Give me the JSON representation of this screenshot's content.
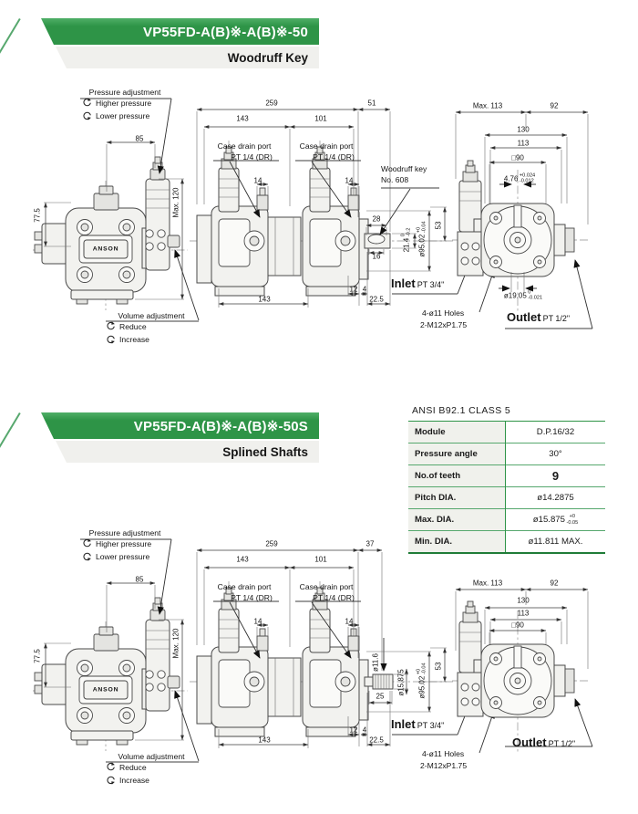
{
  "section1": {
    "title": "VP55FD-A(B)※-A(B)※-50",
    "subtitle": "Woodruff Key",
    "front": {
      "pressure_adjustment": "Pressure adjustment",
      "higher": "Higher pressure",
      "lower": "Lower pressure",
      "d85": "85",
      "d775": "77.5",
      "dmax120": "Max. 120",
      "brand": "ANSON",
      "volume_adjustment": "Volume adjustment",
      "reduce": "Reduce",
      "increase": "Increase"
    },
    "side": {
      "d259": "259",
      "d143": "143",
      "d101": "101",
      "d51": "51",
      "case_drain": "Case drain port",
      "case_drain_size": "PT 1/4 (DR)",
      "d14": "14",
      "woodruff1": "Woodruff key",
      "woodruff2": "No. 608",
      "d28": "28",
      "d16": "16",
      "d214": "21.4",
      "d214t": "0",
      "d214b": "-0.2",
      "d9502": "ø95.02",
      "d9502t": "+0",
      "d9502b": "-0.04",
      "d53": "53",
      "d12": "12",
      "d4": "4",
      "d143b": "143",
      "d225": "22.5",
      "inlet": "Inlet",
      "inlet_size": "PT 3/4\"",
      "holes": "4-ø11 Holes",
      "thread": "2-M12xP1.75"
    },
    "end": {
      "dmax113": "Max. 113",
      "d92": "92",
      "d130": "130",
      "d113": "113",
      "dsq90": "□90",
      "d476": "4.76",
      "d476t": "+0.024",
      "d476b": "-0.012",
      "d1905": "ø19.05",
      "d1905t": "0",
      "d1905b": "-0.021",
      "outlet": "Outlet",
      "outlet_size": "PT 1/2\""
    }
  },
  "section2": {
    "title": "VP55FD-A(B)※-A(B)※-50S",
    "subtitle": "Splined Shafts",
    "table": {
      "title": "ANSI B92.1 CLASS 5",
      "rows": [
        {
          "label": "Module",
          "value": "D.P.16/32"
        },
        {
          "label": "Pressure angle",
          "value": "30°"
        },
        {
          "label": "No.of teeth",
          "value": "9"
        },
        {
          "label": "Pitch DIA.",
          "value": "ø14.2875"
        },
        {
          "label": "Max. DIA.",
          "value": "ø15.875",
          "tol_top": "+0",
          "tol_bot": "-0.05"
        },
        {
          "label": "Min. DIA.",
          "value": "ø11.811 MAX."
        }
      ]
    },
    "front": {
      "pressure_adjustment": "Pressure adjustment",
      "higher": "Higher pressure",
      "lower": "Lower pressure",
      "d85": "85",
      "d775": "77.5",
      "dmax120": "Max. 120",
      "brand": "ANSON",
      "volume_adjustment": "Volume adjustment",
      "reduce": "Reduce",
      "increase": "Increase"
    },
    "side": {
      "d259": "259",
      "d143": "143",
      "d101": "101",
      "d37": "37",
      "case_drain": "Case drain port",
      "case_drain_size": "PT 1/4 (DR)",
      "d14": "14",
      "d116": "ø11.6",
      "d15875": "ø15.875",
      "d25": "25",
      "d9502": "ø95.02",
      "d9502t": "+0",
      "d9502b": "-0.04",
      "d53": "53",
      "d12": "12",
      "d4": "4",
      "d143b": "143",
      "d225": "22.5",
      "inlet": "Inlet",
      "inlet_size": "PT 3/4\"",
      "holes": "4-ø11 Holes",
      "thread": "2-M12xP1.75"
    },
    "end": {
      "dmax113": "Max. 113",
      "d92": "92",
      "d130": "130",
      "d113": "113",
      "dsq90": "□90",
      "outlet": "Outlet",
      "outlet_size": "PT 1/2\""
    }
  }
}
